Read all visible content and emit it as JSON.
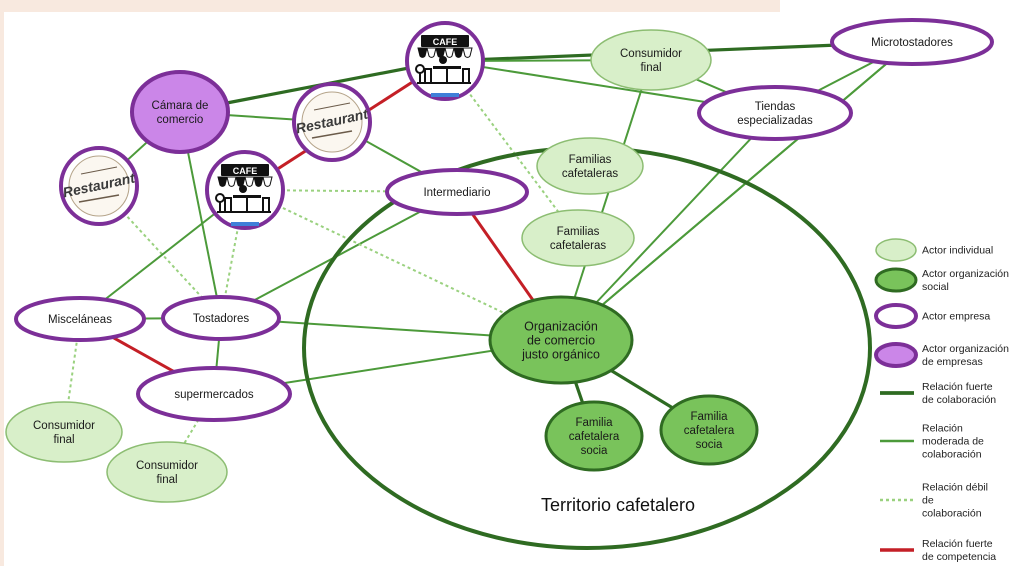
{
  "diagram": {
    "territory_label": "Territorio cafetalero",
    "nodes": [
      {
        "id": "camara",
        "lines": [
          "Cámara de",
          "comercio"
        ],
        "kind": "org_empresas"
      },
      {
        "id": "micro",
        "lines": [
          "Microtostadores"
        ],
        "kind": "empresa"
      },
      {
        "id": "consumidor_top",
        "lines": [
          "Consumidor",
          "final"
        ],
        "kind": "individual"
      },
      {
        "id": "tiendas",
        "lines": [
          "Tiendas",
          "especializadas"
        ],
        "kind": "empresa"
      },
      {
        "id": "familias1",
        "lines": [
          "Familias",
          "cafetaleras"
        ],
        "kind": "individual"
      },
      {
        "id": "familias2",
        "lines": [
          "Familias",
          "cafetaleras"
        ],
        "kind": "individual"
      },
      {
        "id": "intermediario",
        "lines": [
          "Intermediario"
        ],
        "kind": "empresa"
      },
      {
        "id": "miscelaneas",
        "lines": [
          "Misceláneas"
        ],
        "kind": "empresa"
      },
      {
        "id": "tostadores",
        "lines": [
          "Tostadores"
        ],
        "kind": "empresa"
      },
      {
        "id": "organizacion",
        "lines": [
          "Organización",
          "de comercio",
          "justo orgánico"
        ],
        "kind": "org_social"
      },
      {
        "id": "supermercados",
        "lines": [
          "supermercados"
        ],
        "kind": "empresa"
      },
      {
        "id": "consumidor_left",
        "lines": [
          "Consumidor",
          "final"
        ],
        "kind": "individual"
      },
      {
        "id": "consumidor_mid",
        "lines": [
          "Consumidor",
          "final"
        ],
        "kind": "individual"
      },
      {
        "id": "familia_socia1",
        "lines": [
          "Familia",
          "cafetalera",
          "socia"
        ],
        "kind": "org_social"
      },
      {
        "id": "familia_socia2",
        "lines": [
          "Familia",
          "cafetalera",
          "socia"
        ],
        "kind": "org_social"
      },
      {
        "id": "cafe_top",
        "kind": "cafe_icon",
        "icon": "cafe-icon",
        "sign": "CAFE"
      },
      {
        "id": "cafe_left",
        "kind": "cafe_icon",
        "icon": "cafe-icon",
        "sign": "CAFE"
      },
      {
        "id": "restaurant_top",
        "kind": "restaurant_icon",
        "icon": "restaurant-icon",
        "logo": "Restaurant"
      },
      {
        "id": "restaurant_left",
        "kind": "restaurant_icon",
        "icon": "restaurant-icon",
        "logo": "Restaurant"
      }
    ],
    "edges": [
      {
        "from": "camara",
        "to": "cafe_top",
        "type": "strong"
      },
      {
        "from": "cafe_top",
        "to": "micro",
        "type": "strong"
      },
      {
        "from": "camara",
        "to": "restaurant_left",
        "type": "moderate"
      },
      {
        "from": "camara",
        "to": "tostadores",
        "type": "moderate"
      },
      {
        "from": "camara",
        "to": "restaurant_top",
        "type": "moderate"
      },
      {
        "from": "cafe_top",
        "to": "consumidor_top",
        "type": "moderate"
      },
      {
        "from": "cafe_top",
        "to": "tiendas",
        "type": "moderate"
      },
      {
        "from": "consumidor_top",
        "to": "tiendas",
        "type": "moderate"
      },
      {
        "from": "consumidor_top",
        "to": "organizacion",
        "type": "moderate"
      },
      {
        "from": "micro",
        "to": "tiendas",
        "type": "moderate"
      },
      {
        "from": "micro",
        "to": "organizacion",
        "type": "moderate"
      },
      {
        "from": "micro",
        "to": "organizacion",
        "type": "moderate"
      },
      {
        "from": "tiendas",
        "to": "organizacion",
        "type": "moderate"
      },
      {
        "from": "restaurant_top",
        "to": "intermediario",
        "type": "moderate"
      },
      {
        "from": "intermediario",
        "to": "tostadores",
        "type": "moderate"
      },
      {
        "from": "intermediario",
        "to": "organizacion",
        "type": "competition"
      },
      {
        "from": "cafe_left",
        "to": "cafe_top",
        "type": "competition"
      },
      {
        "from": "cafe_left",
        "to": "intermediario",
        "type": "weak"
      },
      {
        "from": "cafe_top",
        "to": "familias2",
        "type": "weak"
      },
      {
        "from": "cafe_left",
        "to": "organizacion",
        "type": "weak"
      },
      {
        "from": "cafe_left",
        "to": "tostadores",
        "type": "weak"
      },
      {
        "from": "restaurant_left",
        "to": "tostadores",
        "type": "weak"
      },
      {
        "from": "miscelaneas",
        "to": "cafe_left",
        "type": "moderate"
      },
      {
        "from": "miscelaneas",
        "to": "tostadores",
        "type": "moderate"
      },
      {
        "from": "tostadores",
        "to": "organizacion",
        "type": "moderate"
      },
      {
        "from": "tostadores",
        "to": "supermercados",
        "type": "moderate"
      },
      {
        "from": "supermercados",
        "to": "organizacion",
        "type": "moderate"
      },
      {
        "from": "miscelaneas",
        "to": "supermercados",
        "type": "competition"
      },
      {
        "from": "miscelaneas",
        "to": "consumidor_left",
        "type": "weak"
      },
      {
        "from": "supermercados",
        "to": "consumidor_mid",
        "type": "weak"
      },
      {
        "from": "organizacion",
        "to": "familia_socia1",
        "type": "strong"
      },
      {
        "from": "organizacion",
        "to": "familia_socia2",
        "type": "strong"
      }
    ]
  },
  "legend": [
    {
      "label": [
        "Actor individual"
      ],
      "kind": "individual"
    },
    {
      "label": [
        "Actor organización",
        "social"
      ],
      "kind": "org_social"
    },
    {
      "label": [
        "Actor empresa"
      ],
      "kind": "empresa"
    },
    {
      "label": [
        "Actor organización",
        "de empresas"
      ],
      "kind": "org_empresas"
    },
    {
      "label": [
        "Relación fuerte",
        "de colaboración"
      ],
      "kind": "strong"
    },
    {
      "label": [
        "Relación",
        "moderada de",
        "colaboración"
      ],
      "kind": "moderate"
    },
    {
      "label": [
        "Relación débil",
        "de",
        "colaboración"
      ],
      "kind": "weak"
    },
    {
      "label": [
        "Relación fuerte",
        "de competencia"
      ],
      "kind": "competition"
    }
  ],
  "colors": {
    "individual_fill": "#d8efc9",
    "individual_stroke": "#8cbd72",
    "org_social_fill": "#79c35b",
    "org_social_stroke": "#2f6b22",
    "empresa_fill": "#ffffff",
    "empresa_stroke": "#7c2f98",
    "org_empresas_fill": "#cb86e8",
    "org_empresas_stroke": "#7c2f98",
    "strong": "#2e6b22",
    "moderate": "#4c9a3a",
    "weak": "#9ad17f",
    "competition": "#c41f26",
    "territory": "#2f6b22"
  }
}
